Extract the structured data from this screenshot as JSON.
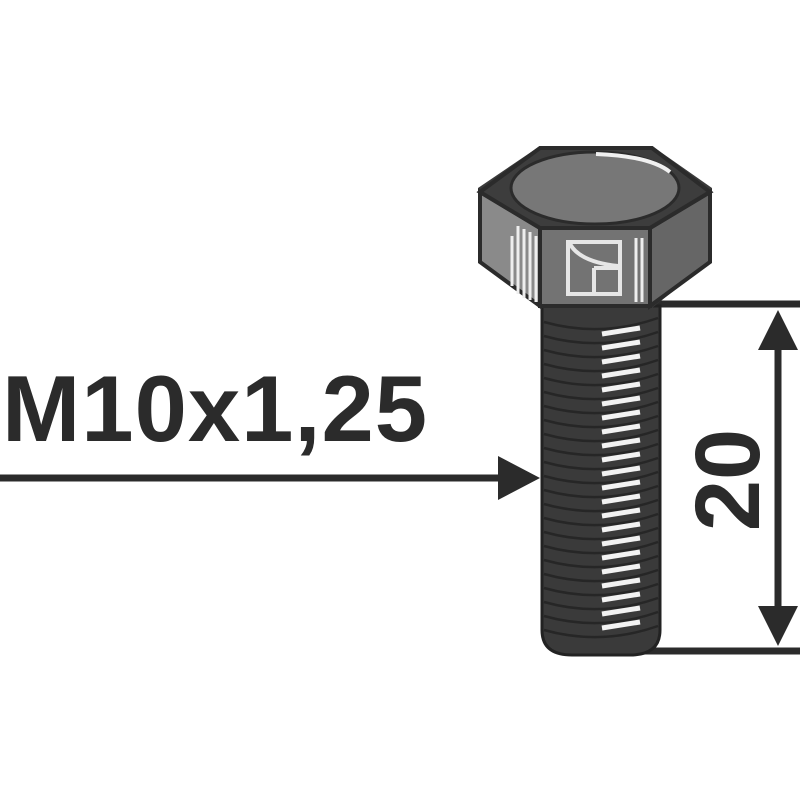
{
  "diagram": {
    "subject": "hex-head-bolt",
    "thread_spec": "M10x1,25",
    "length_value": "20",
    "colors": {
      "ink": "#2b2b2b",
      "head_face": "#6e6e6e",
      "head_side": "#808080",
      "head_top": "#777777",
      "shank": "#3a3a3a",
      "highlight": "#eeeeee",
      "background": "#ffffff"
    }
  }
}
